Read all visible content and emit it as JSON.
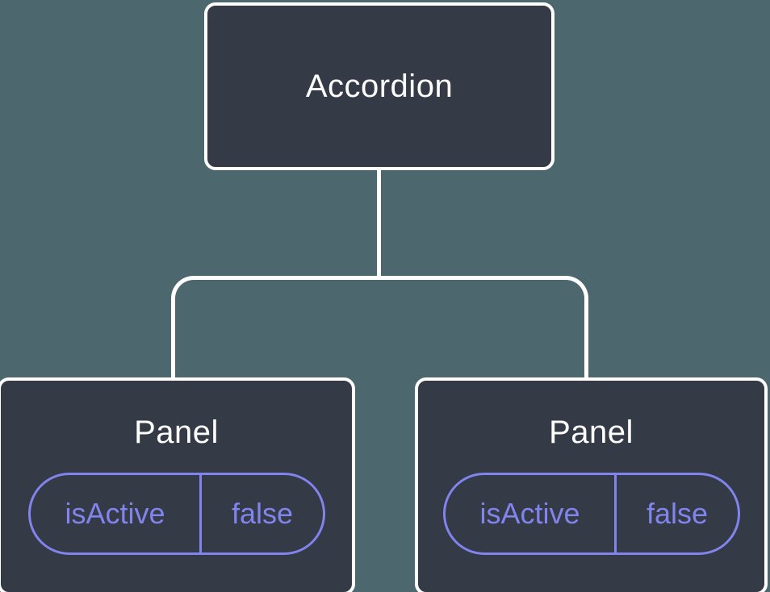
{
  "diagram": {
    "description": "React component tree diagram: Accordion parent with two Panel children, each holding isActive state",
    "root": {
      "label": "Accordion"
    },
    "panels": [
      {
        "label": "Panel",
        "state": {
          "name": "isActive",
          "value": "false"
        }
      },
      {
        "label": "Panel",
        "state": {
          "name": "isActive",
          "value": "false"
        }
      }
    ]
  },
  "colors": {
    "canvas_bg": "#4c676e",
    "node_fill": "#343a46",
    "node_text": "#ffffff",
    "line": "#ffffff",
    "accent": "#8184ec"
  }
}
